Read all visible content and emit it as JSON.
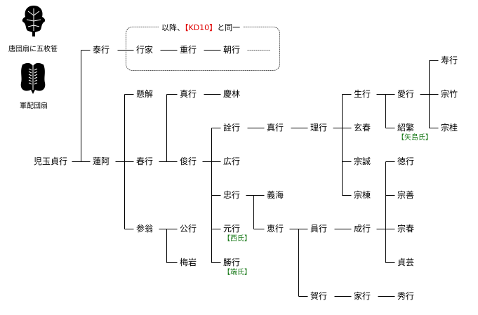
{
  "crests": [
    {
      "label": "唐団扇に五枚笹",
      "icon": "karauchiwa-gomaizasa-crest-icon"
    },
    {
      "label": "軍配団扇",
      "icon": "gunbai-uchiwa-crest-icon"
    }
  ],
  "note": {
    "prefix": "以降、",
    "ref": "【KD10】",
    "suffix": "と同一"
  },
  "colors": {
    "line": "#000000",
    "clan_text": "#1a7a1a",
    "ref_text": "#e00000",
    "dashed_box": "#555555"
  },
  "persons": {
    "kodama_sadayuki": "児玉貞行",
    "yasuyuki": "泰行",
    "ieyuki_box": "行家",
    "shigeyuki": "重行",
    "tomoyuki": "朝行",
    "renna": "蓮阿",
    "kenge": "懸解",
    "haruyuki": "春行",
    "sanou": "参翁",
    "sadayuki2": "真行",
    "keirin": "慶林",
    "shunyuki": "俊行",
    "senyuki": "詮行",
    "hiroyuki": "広行",
    "tadayuki": "忠行",
    "motoyuki": "元行",
    "katsuyuki": "勝行",
    "kimiyuki": "公行",
    "baigan": "梅岩",
    "sadayuki3": "真行",
    "riyuki": "理行",
    "gisai": "義海",
    "keiyuki": "恵行",
    "ikuyuki": "生行",
    "genshun": "玄春",
    "soujou": "宗誠",
    "soutou": "宗棟",
    "aiyuki": "愛行",
    "shouhan": "紹繁",
    "jukou": "寿行",
    "souchiku": "宗竹",
    "soukei": "宗桂",
    "kazuyuki": "員行",
    "gayuki": "賀行",
    "nariyuki": "成行",
    "ieyuki": "家行",
    "tokuyuki": "徳行",
    "souzen": "宗善",
    "soushun": "宗春",
    "teiun": "貞芸",
    "hideyuki": "秀行"
  },
  "clans": {
    "shouhan": "【矢島氏】",
    "motoyuki": "【西氏】",
    "katsuyuki": "【端氏】"
  }
}
